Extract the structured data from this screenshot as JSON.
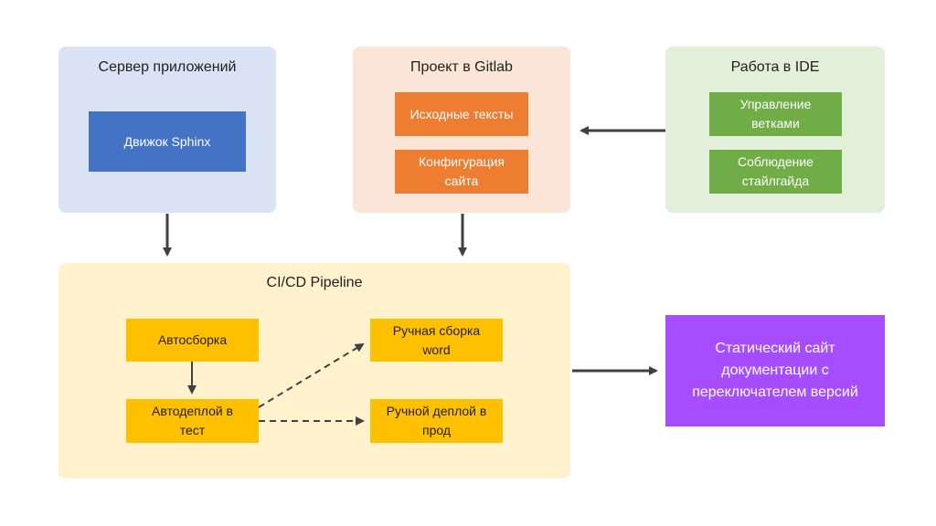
{
  "groups": {
    "app_server": {
      "title": "Сервер приложений",
      "items": [
        "Движок Sphinx"
      ]
    },
    "gitlab_project": {
      "title": "Проект в Gitlab",
      "items": [
        "Исходные тексты",
        "Конфигурация\nсайта"
      ]
    },
    "ide_work": {
      "title": "Работа в IDE",
      "items": [
        "Управление\nветками",
        "Соблюдение\nстайлгайда"
      ]
    },
    "pipeline": {
      "title": "CI/CD Pipeline",
      "steps": {
        "autobuild": "Автосборка",
        "autodeploy": "Автодеплой в\nтест",
        "manual_build": "Ручная сборка\nword",
        "manual_deploy": "Ручной деплой в\nпрод"
      }
    }
  },
  "output": "Статический сайт\nдокументации с\nпереключателем версий",
  "colors": {
    "app_server_bg": "#dae3f3",
    "gitlab_bg": "#fbe5d6",
    "ide_bg": "#e2f0d9",
    "pipeline_bg": "#fff2cc",
    "blue": "#4472c4",
    "orange": "#ed7d31",
    "green": "#70ad47",
    "yellow": "#ffc000",
    "purple": "#a64dff",
    "arrow": "#404040"
  }
}
